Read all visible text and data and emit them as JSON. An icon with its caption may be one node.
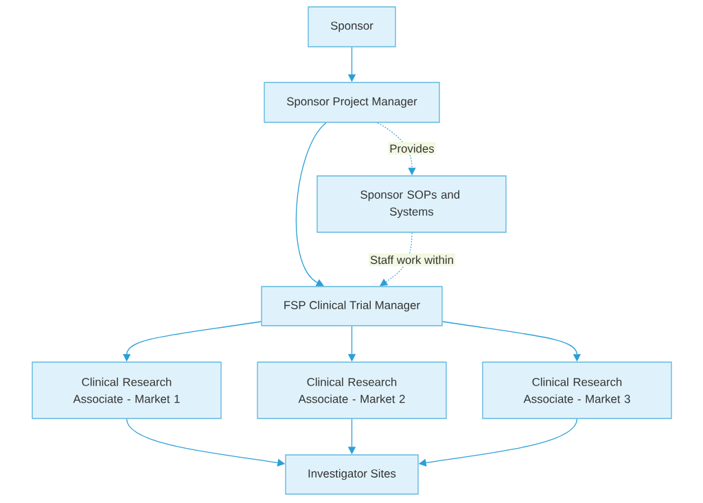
{
  "diagram": {
    "nodes": [
      {
        "text": [
          "Sponsor"
        ]
      },
      {
        "text": [
          "Sponsor Project Manager"
        ]
      },
      {
        "text": [
          "Sponsor SOPs and Systems"
        ]
      },
      {
        "text": [
          "FSP Clinical Trial Manager"
        ]
      },
      {
        "text": [
          "Clinical Research Associate - Market 1"
        ]
      },
      {
        "text": [
          "Clinical Research Associate - Market 2"
        ]
      },
      {
        "text": [
          "Clinical Research Associate - Market 3"
        ]
      },
      {
        "text": [
          "Investigator Sites"
        ]
      }
    ],
    "edges": [
      {
        "from": 0,
        "to": 1,
        "arrow": "to"
      },
      {
        "from": 1,
        "to": 3,
        "arrow": "to"
      },
      {
        "from": 1,
        "to": 2,
        "arrow": "to",
        "label": "Provides",
        "style": "dashed"
      },
      {
        "from": 2,
        "to": 3,
        "arrow": "to",
        "label": "Staff work within",
        "style": "dashed"
      },
      {
        "from": 3,
        "to": 4,
        "arrow": "to"
      },
      {
        "from": 3,
        "to": 5,
        "arrow": "to"
      },
      {
        "from": 3,
        "to": 6,
        "arrow": "to"
      },
      {
        "from": 4,
        "to": 7,
        "arrow": "to"
      },
      {
        "from": 5,
        "to": 7,
        "arrow": "to"
      },
      {
        "from": 6,
        "to": 7,
        "arrow": "to"
      }
    ]
  }
}
